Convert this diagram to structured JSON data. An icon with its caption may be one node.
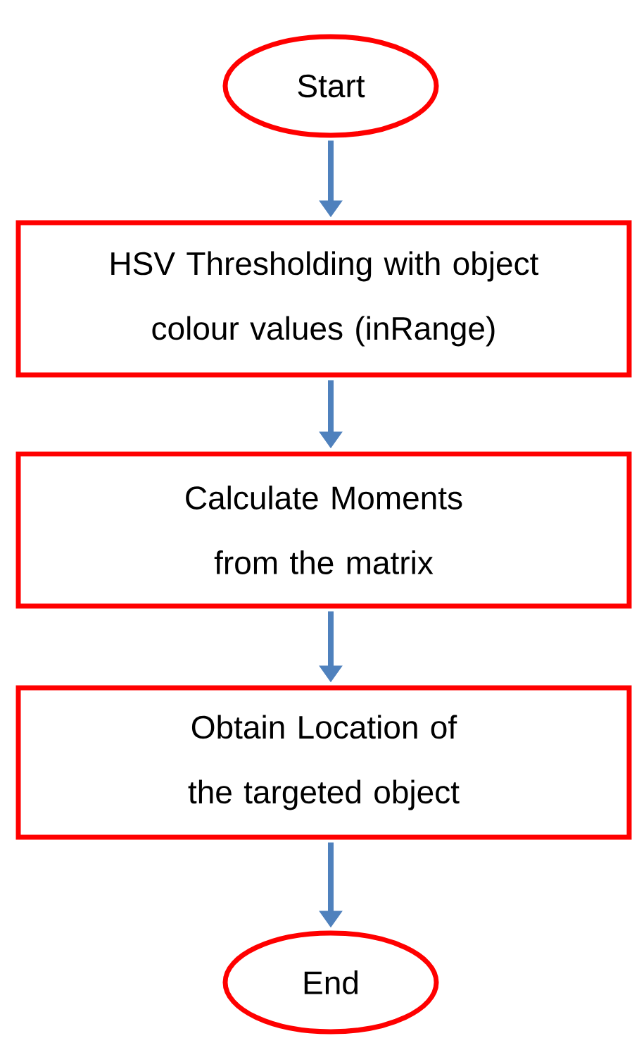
{
  "diagram": {
    "nodes": [
      {
        "text": [
          "Start"
        ]
      },
      {
        "text": [
          "HSV Thresholding with object colour values (inRange)"
        ]
      },
      {
        "text": [
          "Calculate Moments from the matrix"
        ]
      },
      {
        "text": [
          "Obtain Location of the targeted object"
        ]
      },
      {
        "text": [
          "End"
        ]
      }
    ],
    "edges": [
      {
        "from": 0,
        "to": 1,
        "arrow": "to"
      },
      {
        "from": 1,
        "to": 2,
        "arrow": "to"
      },
      {
        "from": 2,
        "to": 3,
        "arrow": "to"
      },
      {
        "from": 3,
        "to": 4,
        "arrow": "to"
      }
    ]
  }
}
